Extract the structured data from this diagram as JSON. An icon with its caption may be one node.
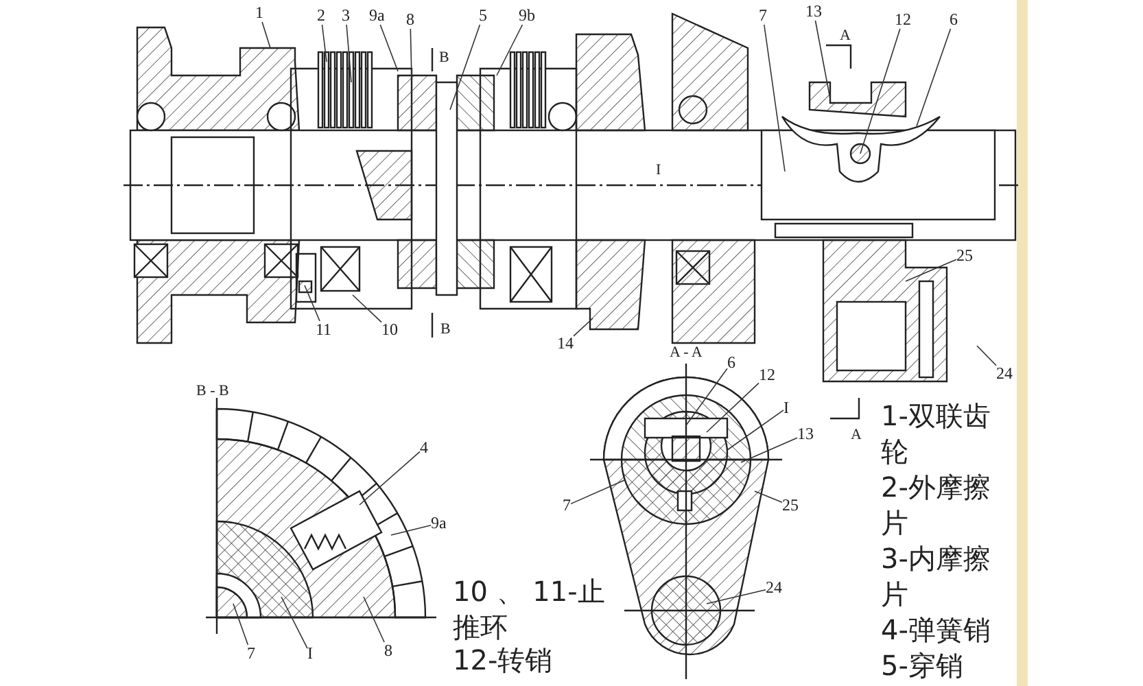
{
  "diagram": {
    "nodes": [
      {
        "text": [
          "1"
        ]
      },
      {
        "text": [
          "2"
        ]
      },
      {
        "text": [
          "3"
        ]
      },
      {
        "text": [
          "9a"
        ]
      },
      {
        "text": [
          "8"
        ]
      },
      {
        "text": [
          "5"
        ]
      },
      {
        "text": [
          "9b"
        ]
      },
      {
        "text": [
          "7"
        ]
      },
      {
        "text": [
          "13"
        ]
      },
      {
        "text": [
          "12"
        ]
      },
      {
        "text": [
          "6"
        ]
      },
      {
        "text": [
          "25"
        ]
      },
      {
        "text": [
          "11"
        ]
      },
      {
        "text": [
          "10"
        ]
      },
      {
        "text": [
          "14"
        ]
      },
      {
        "text": [
          "24"
        ]
      },
      {
        "text": [
          "6"
        ]
      },
      {
        "text": [
          "12"
        ]
      },
      {
        "text": [
          "I"
        ]
      },
      {
        "text": [
          "13"
        ]
      },
      {
        "text": [
          "4"
        ]
      },
      {
        "text": [
          "7"
        ]
      },
      {
        "text": [
          "25"
        ]
      },
      {
        "text": [
          "9a"
        ]
      },
      {
        "text": [
          "24"
        ]
      },
      {
        "text": [
          "7"
        ]
      },
      {
        "text": [
          "I"
        ]
      },
      {
        "text": [
          "8"
        ]
      }
    ],
    "edges": [
      {
        "from": 0,
        "to": null,
        "arrow": "none"
      },
      {
        "from": 1,
        "to": null,
        "arrow": "none"
      },
      {
        "from": 2,
        "to": null,
        "arrow": "none"
      },
      {
        "from": 3,
        "to": null,
        "arrow": "none"
      },
      {
        "from": 4,
        "to": null,
        "arrow": "none"
      },
      {
        "from": 5,
        "to": null,
        "arrow": "none"
      },
      {
        "from": 6,
        "to": null,
        "arrow": "none"
      },
      {
        "from": 7,
        "to": null,
        "arrow": "none"
      },
      {
        "from": 8,
        "to": null,
        "arrow": "none"
      },
      {
        "from": 9,
        "to": null,
        "arrow": "none"
      },
      {
        "from": 10,
        "to": null,
        "arrow": "none"
      },
      {
        "from": 11,
        "to": null,
        "arrow": "none"
      },
      {
        "from": 12,
        "to": null,
        "arrow": "none"
      },
      {
        "from": 13,
        "to": null,
        "arrow": "none"
      },
      {
        "from": 14,
        "to": null,
        "arrow": "none"
      },
      {
        "from": 15,
        "to": null,
        "arrow": "none"
      },
      {
        "from": 16,
        "to": null,
        "arrow": "none"
      },
      {
        "from": 17,
        "to": null,
        "arrow": "none"
      },
      {
        "from": 18,
        "to": null,
        "arrow": "none"
      },
      {
        "from": 19,
        "to": null,
        "arrow": "none"
      },
      {
        "from": 20,
        "to": null,
        "arrow": "none"
      },
      {
        "from": 21,
        "to": null,
        "arrow": "none"
      },
      {
        "from": 22,
        "to": null,
        "arrow": "none"
      },
      {
        "from": 23,
        "to": null,
        "arrow": "none"
      },
      {
        "from": 24,
        "to": null,
        "arrow": "none"
      },
      {
        "from": 25,
        "to": null,
        "arrow": "none"
      },
      {
        "from": 26,
        "to": null,
        "arrow": "none"
      },
      {
        "from": 27,
        "to": null,
        "arrow": "none"
      }
    ],
    "labels": [
      "A",
      "B",
      "I",
      "B",
      "A - A",
      "B - B",
      "1-双联齿轮",
      "A",
      "2-外摩擦片",
      "3-内摩擦片",
      "10 、 11-止推环",
      "4-弹簧销",
      "12-转销",
      "5-穿销"
    ]
  }
}
